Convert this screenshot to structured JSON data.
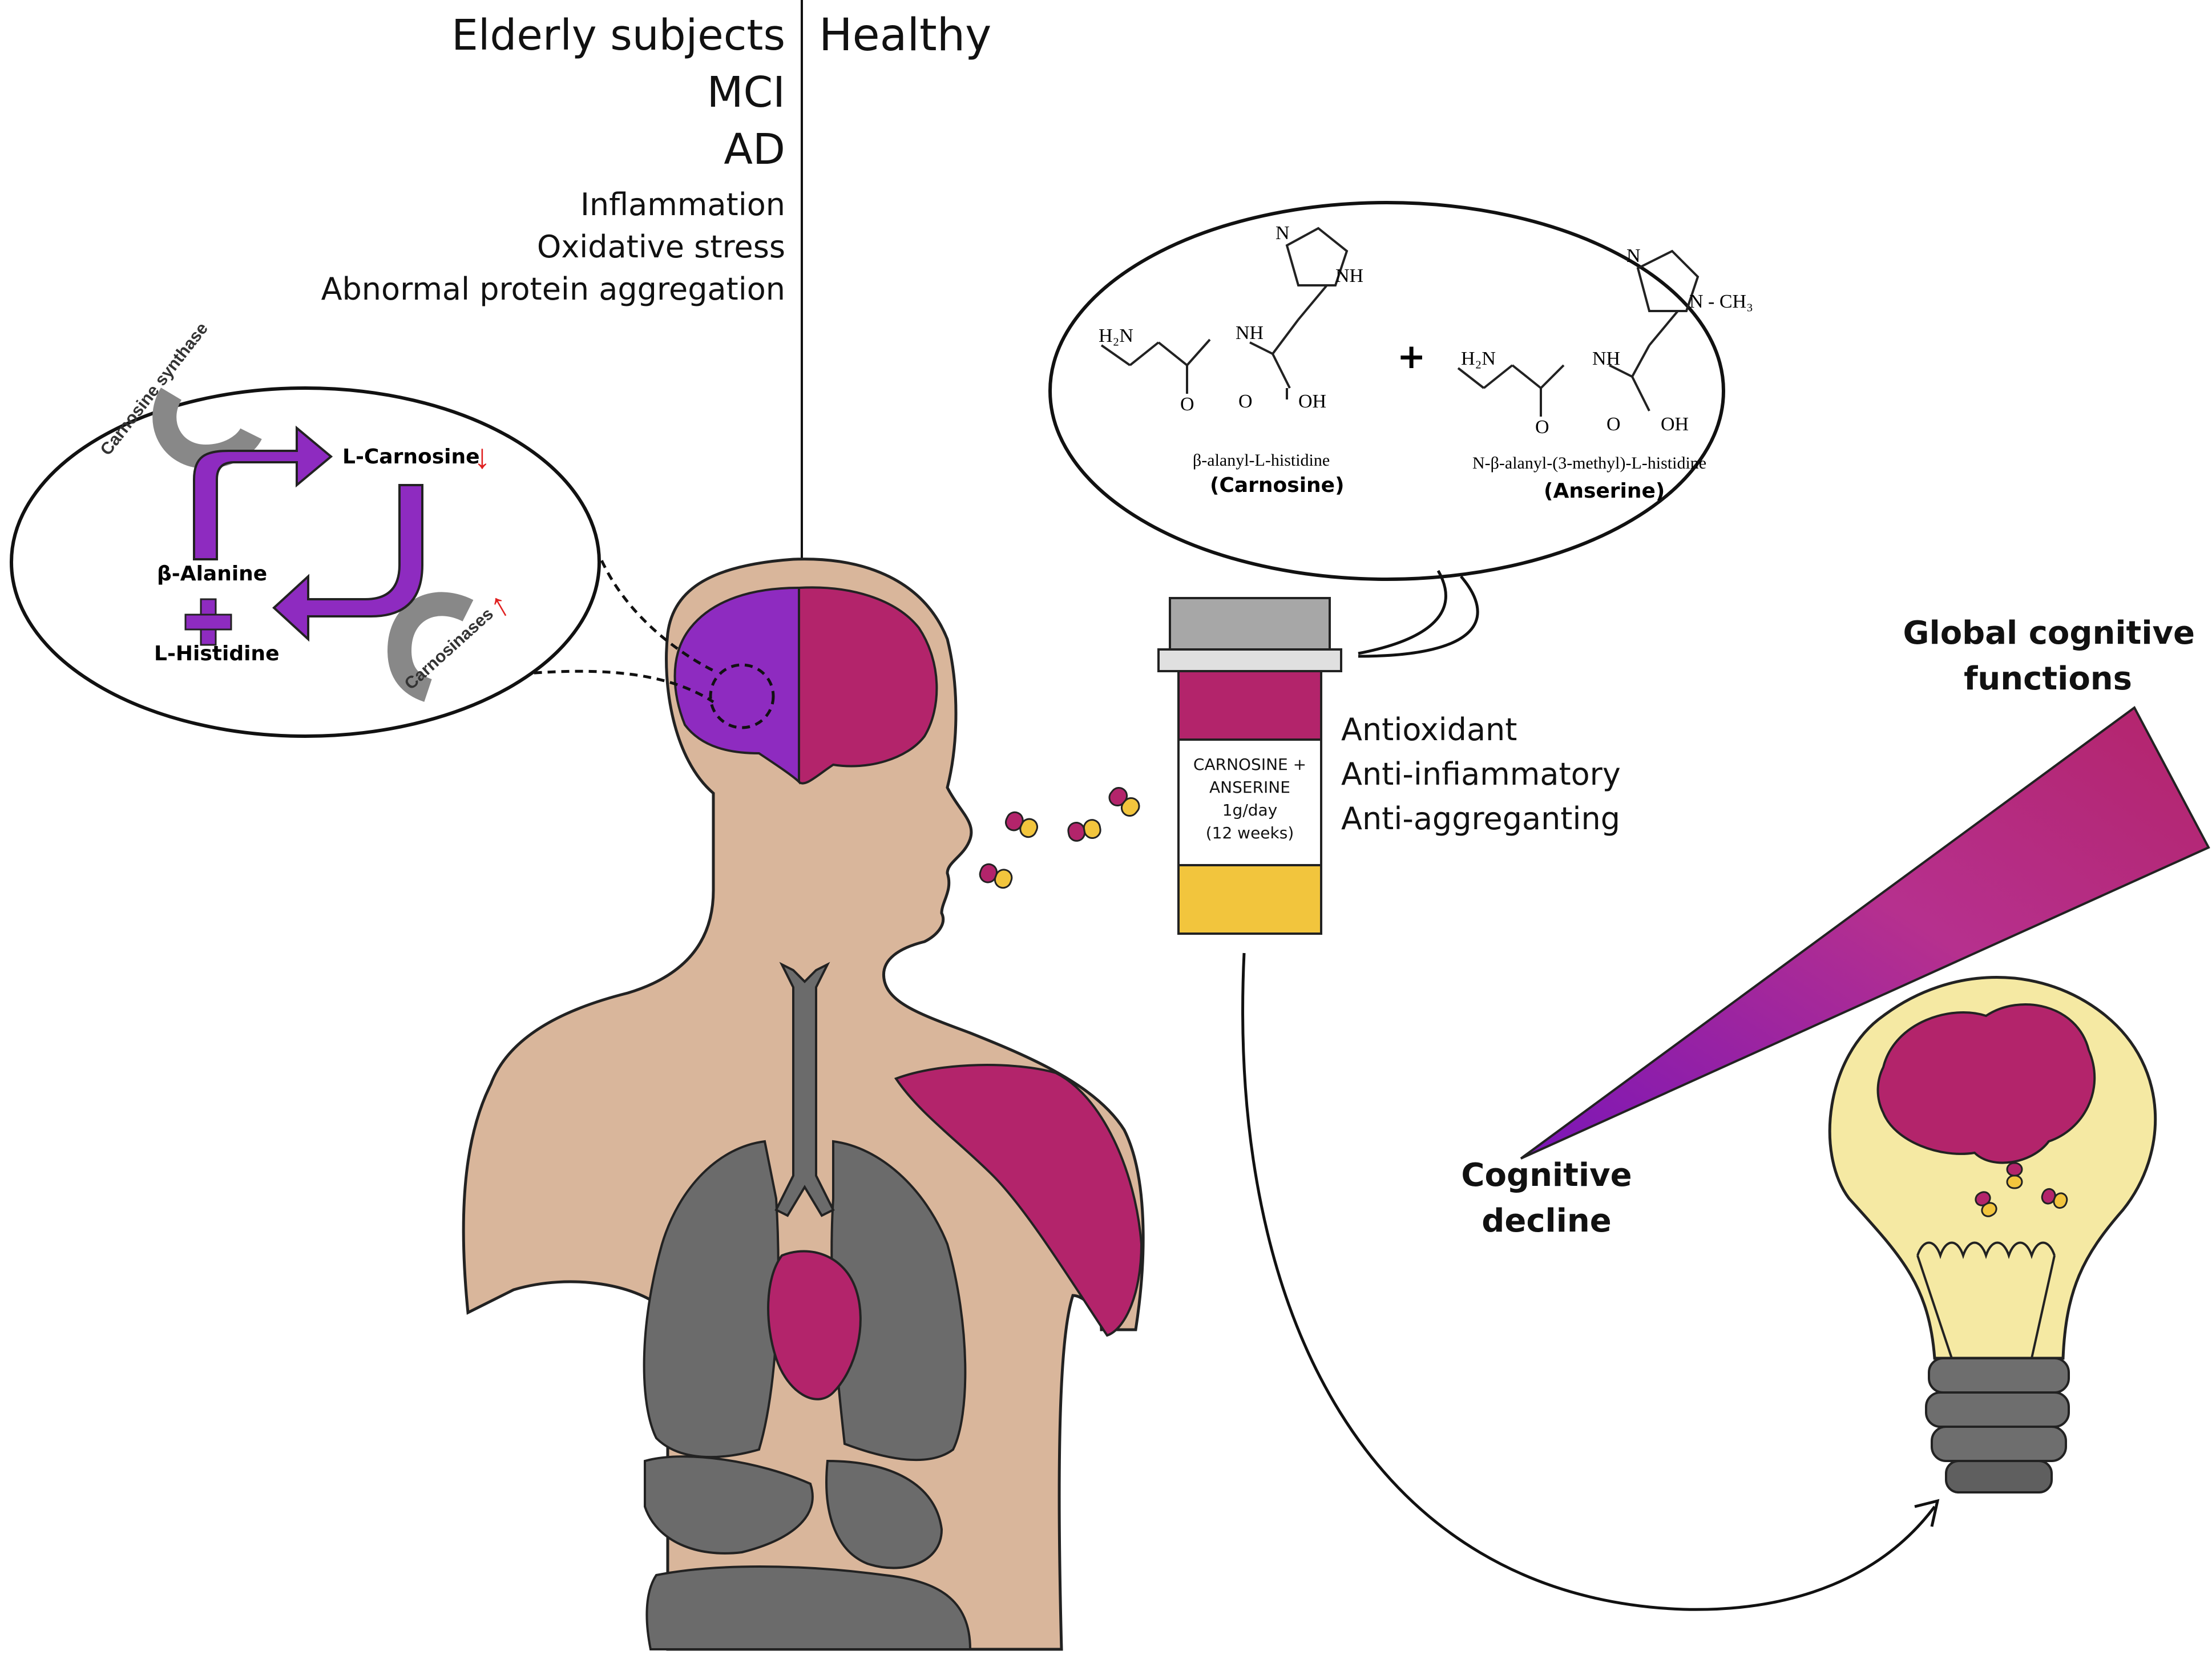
{
  "header": {
    "left": [
      "Elderly subjects",
      "MCI",
      "AD"
    ],
    "left_sub": [
      "Inflammation",
      "Oxidative stress",
      "Abnormal protein aggregation"
    ],
    "right": "Healthy"
  },
  "pathway": {
    "enzyme_synthase": "Carnosine synthase",
    "product": "L-Carnosine",
    "substrate_a": "β-Alanine",
    "substrate_b": "L-Histidine",
    "enzyme_degrading": "Carnosinases",
    "decrease_symbol": "↓",
    "increase_symbol": "↑"
  },
  "molecules": {
    "plus": "+",
    "carnosine_name": "β-alanyl-L-histidine",
    "carnosine_label": "(Carnosine)",
    "anserine_name": "N-β-alanyl-(3-methyl)-L-histidine",
    "anserine_label": "(Anserine)",
    "atoms": {
      "N": "N",
      "NH": "NH",
      "H2N": "H₂N",
      "O": "O",
      "OH": "OH",
      "NCH3": "N - CH₃"
    }
  },
  "supplement": {
    "label_line1": "CARNOSINE +",
    "label_line2": "ANSERINE",
    "dose": "1g/day",
    "duration": "(12 weeks)",
    "effects": [
      "Antioxidant",
      "Anti-infiammatory",
      "Anti-aggreganting"
    ]
  },
  "outcome": {
    "top_line1": "Global cognitive",
    "top_line2": "functions",
    "bottom_line1": "Cognitive",
    "bottom_line2": "decline"
  },
  "colors": {
    "purple": "#8e2bc0",
    "magenta": "#b3246b",
    "skin": "#d9b69b",
    "organ_gray": "#6b6b6b",
    "pill_yellow": "#f2c53d",
    "bulb_yellow": "#f5e9a3",
    "red_arrow": "#e02020"
  }
}
